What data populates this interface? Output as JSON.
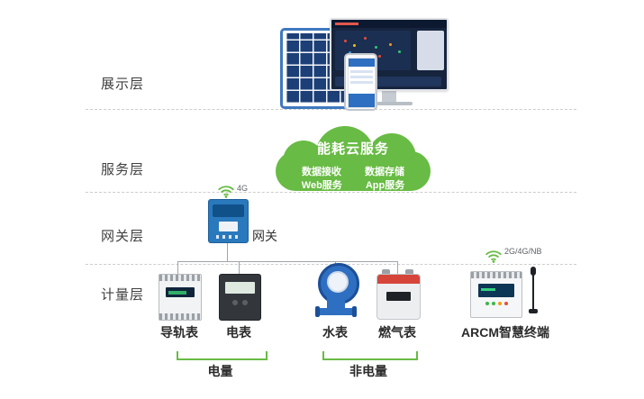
{
  "layers": [
    {
      "label": "展示层"
    },
    {
      "label": "服务层"
    },
    {
      "label": "网关层"
    },
    {
      "label": "计量层"
    }
  ],
  "cloud": {
    "title": "能耗云服务",
    "features": [
      "数据接收",
      "数据存储",
      "Web服务",
      "App服务"
    ]
  },
  "gateway": {
    "label": "网关",
    "signal": "4G"
  },
  "arcm": {
    "signal": "2G/4G/NB"
  },
  "meters": [
    {
      "label": "导轨表"
    },
    {
      "label": "电表"
    },
    {
      "label": "水表"
    },
    {
      "label": "燃气表"
    },
    {
      "label": "ARCM智慧终端"
    }
  ],
  "groups": [
    {
      "label": "电量"
    },
    {
      "label": "非电量"
    }
  ],
  "colors": {
    "cloud_green": "#68bb44",
    "gateway_blue": "#2a79bd",
    "device_blue": "#2e6fc1",
    "line_gray": "#a0a5aa",
    "red_accent": "#d6453a"
  }
}
